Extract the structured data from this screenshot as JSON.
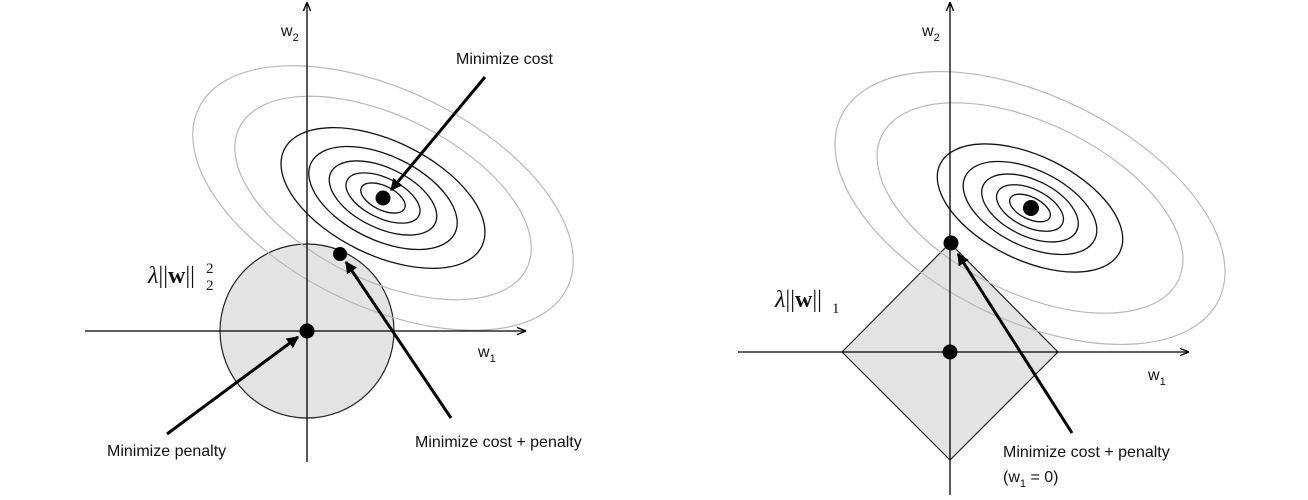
{
  "colors": {
    "outer_contour": "#b8b8b8",
    "inner_contour": "#111111",
    "penalty_fill": "#e3e3e3",
    "axis": "#111111",
    "point": "#000000"
  },
  "left_panel": {
    "x_axis": {
      "name": "w",
      "sub": "1"
    },
    "y_axis": {
      "name": "w",
      "sub": "2"
    },
    "penalty_label": {
      "lambda": "λ",
      "norm_open": "||",
      "vec": "w",
      "norm_close": "||",
      "sub": "2",
      "sup": "2"
    },
    "annotation_cost": "Minimize cost",
    "annotation_penalty": "Minimize penalty",
    "annotation_combined": "Minimize cost + penalty"
  },
  "right_panel": {
    "x_axis": {
      "name": "w",
      "sub": "1"
    },
    "y_axis": {
      "name": "w",
      "sub": "2"
    },
    "penalty_label": {
      "lambda": "λ",
      "norm_open": "||",
      "vec": "w",
      "norm_close": "||",
      "sub": "1"
    },
    "annotation_combined": "Minimize cost + penalty",
    "annotation_note_open": "(w",
    "annotation_note_sub": "1",
    "annotation_note_close": " = 0)"
  }
}
